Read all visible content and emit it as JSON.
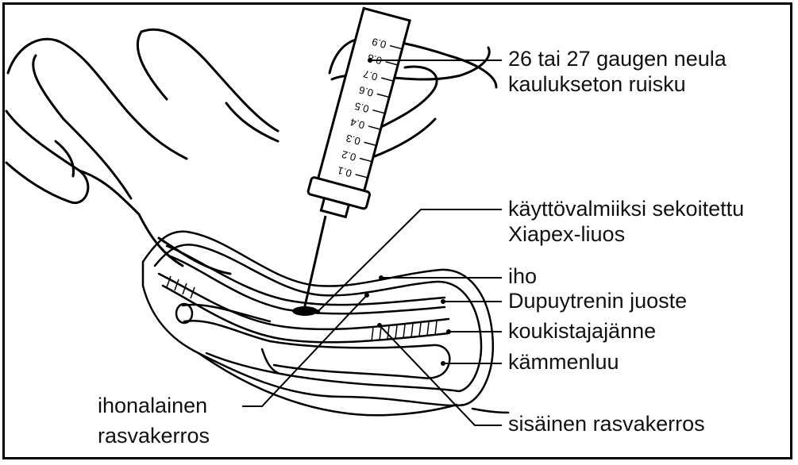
{
  "labels": {
    "needle_line1": "26 tai 27 gaugen neula",
    "needle_line2": "kaulukseton ruisku",
    "solution_line1": "käyttövalmiiksi sekoitettu",
    "solution_line2": "Xiapex-liuos",
    "skin": "iho",
    "cord": "Dupuytrenin juoste",
    "tendon": "koukistajajänne",
    "bone": "kämmenluu",
    "subcut_line1": "ihonalainen",
    "subcut_line2": "rasvakerros",
    "inner_fat": "sisäinen rasvakerros"
  },
  "syringe_scale": [
    "0.1",
    "0.2",
    "0.3",
    "0.4",
    "0.5",
    "0.6",
    "0.7",
    "0.8",
    "0.9"
  ],
  "colors": {
    "line": "#000000",
    "background": "#ffffff"
  }
}
